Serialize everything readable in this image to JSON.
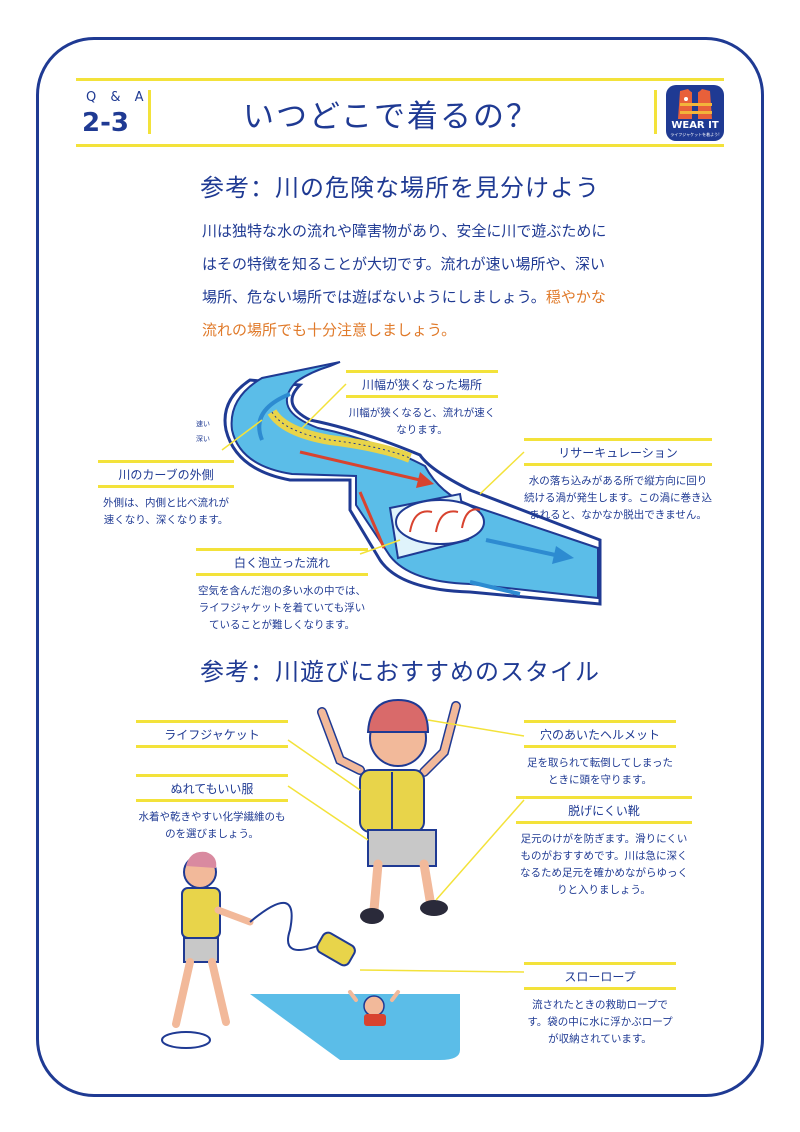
{
  "header": {
    "qa_label": "Q & A",
    "qa_number": "2-3",
    "title": "いつどこで着るの？",
    "logo_text": "WEAR IT",
    "logo_sub": "ライフジャケットを着よう!"
  },
  "river_section": {
    "title": "参考：川の危険な場所を見分けよう",
    "intro_main": "川は独特な水の流れや障害物があり、安全に川で遊ぶためにはその特徴を知ることが大切です。流れが速い場所や、深い場所、危ない場所では遊ばないようにしましょう。",
    "intro_highlight": "穏やかな流れの場所でも十分注意しましょう。",
    "speed_fast": "速い",
    "speed_deep": "深い",
    "labels": {
      "narrow": {
        "title": "川幅が狭くなった場所",
        "desc": "川幅が狭くなると、流れが速くなります。"
      },
      "curve": {
        "title": "川のカーブの外側",
        "desc": "外側は、内側と比べ流れが速くなり、深くなります。"
      },
      "recirculation": {
        "title": "リサーキュレーション",
        "desc": "水の落ち込みがある所で縦方向に回り続ける渦が発生します。この渦に巻き込まれると、なかなか脱出できません。"
      },
      "foam": {
        "title": "白く泡立った流れ",
        "desc": "空気を含んだ泡の多い水の中では、ライフジャケットを着ていても浮いていることが難しくなります。"
      }
    }
  },
  "style_section": {
    "title": "参考：川遊びにおすすめのスタイル",
    "labels": {
      "lifejacket": {
        "title": "ライフジャケット"
      },
      "clothes": {
        "title": "ぬれてもいい服",
        "desc": "水着や乾きやすい化学繊維のものを選びましょう。"
      },
      "helmet": {
        "title": "穴のあいたヘルメット",
        "desc": "足を取られて転倒してしまったときに頭を守ります。"
      },
      "shoes": {
        "title": "脱げにくい靴",
        "desc": "足元のけがを防ぎます。滑りにくいものがおすすめです。川は急に深くなるため足元を確かめながらゆっくりと入りましょう。"
      },
      "rope": {
        "title": "スローロープ",
        "desc": "流されたときの救助ロープです。袋の中に水に浮かぶロープが収納されています。"
      }
    }
  },
  "colors": {
    "navy": "#1f3a93",
    "yellow": "#f3e23a",
    "orange": "#e07a2a",
    "water": "#5bbde8",
    "water_dark": "#2d8bd1",
    "jacket": "#e8d44a",
    "red": "#d8432f"
  }
}
